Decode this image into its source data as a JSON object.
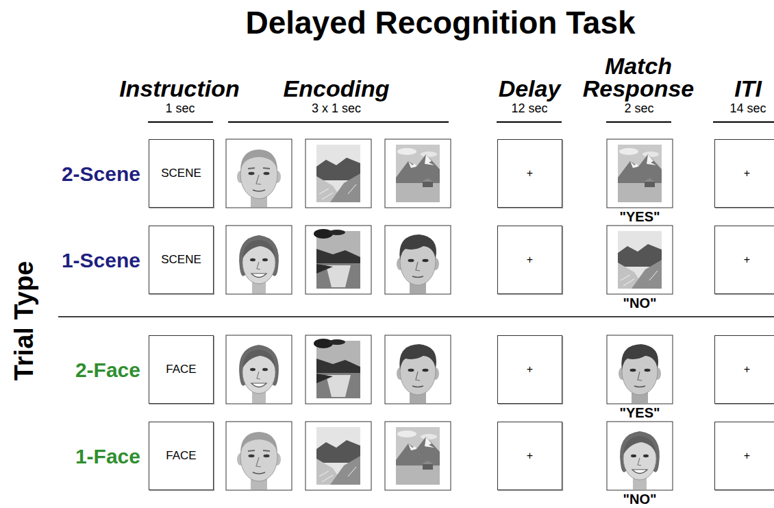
{
  "diagram": {
    "title": "Delayed Recognition Task",
    "nodes": [
      {
        "text": [
          "SCENE"
        ]
      },
      {
        "text": [
          "+"
        ]
      },
      {
        "text": [
          "+"
        ]
      },
      {
        "text": [
          "SCENE"
        ]
      },
      {
        "text": [
          "+"
        ]
      },
      {
        "text": [
          "+"
        ]
      },
      {
        "text": [
          "FACE"
        ]
      },
      {
        "text": [
          "+"
        ]
      },
      {
        "text": [
          "+"
        ]
      },
      {
        "text": [
          "FACE"
        ]
      },
      {
        "text": [
          "+"
        ]
      },
      {
        "text": [
          "+"
        ]
      }
    ],
    "labels": [
      "Instruction",
      "1 sec",
      "Encoding",
      "3 x 1 sec",
      "Delay",
      "12 sec",
      "Match Response",
      "2 sec",
      "ITI",
      "14 sec",
      "2-Scene",
      "\"YES\"",
      "1-Scene",
      "\"NO\"",
      "2-Face",
      "\"YES\"",
      "1-Face",
      "\"NO\"",
      "Trial Type"
    ]
  }
}
